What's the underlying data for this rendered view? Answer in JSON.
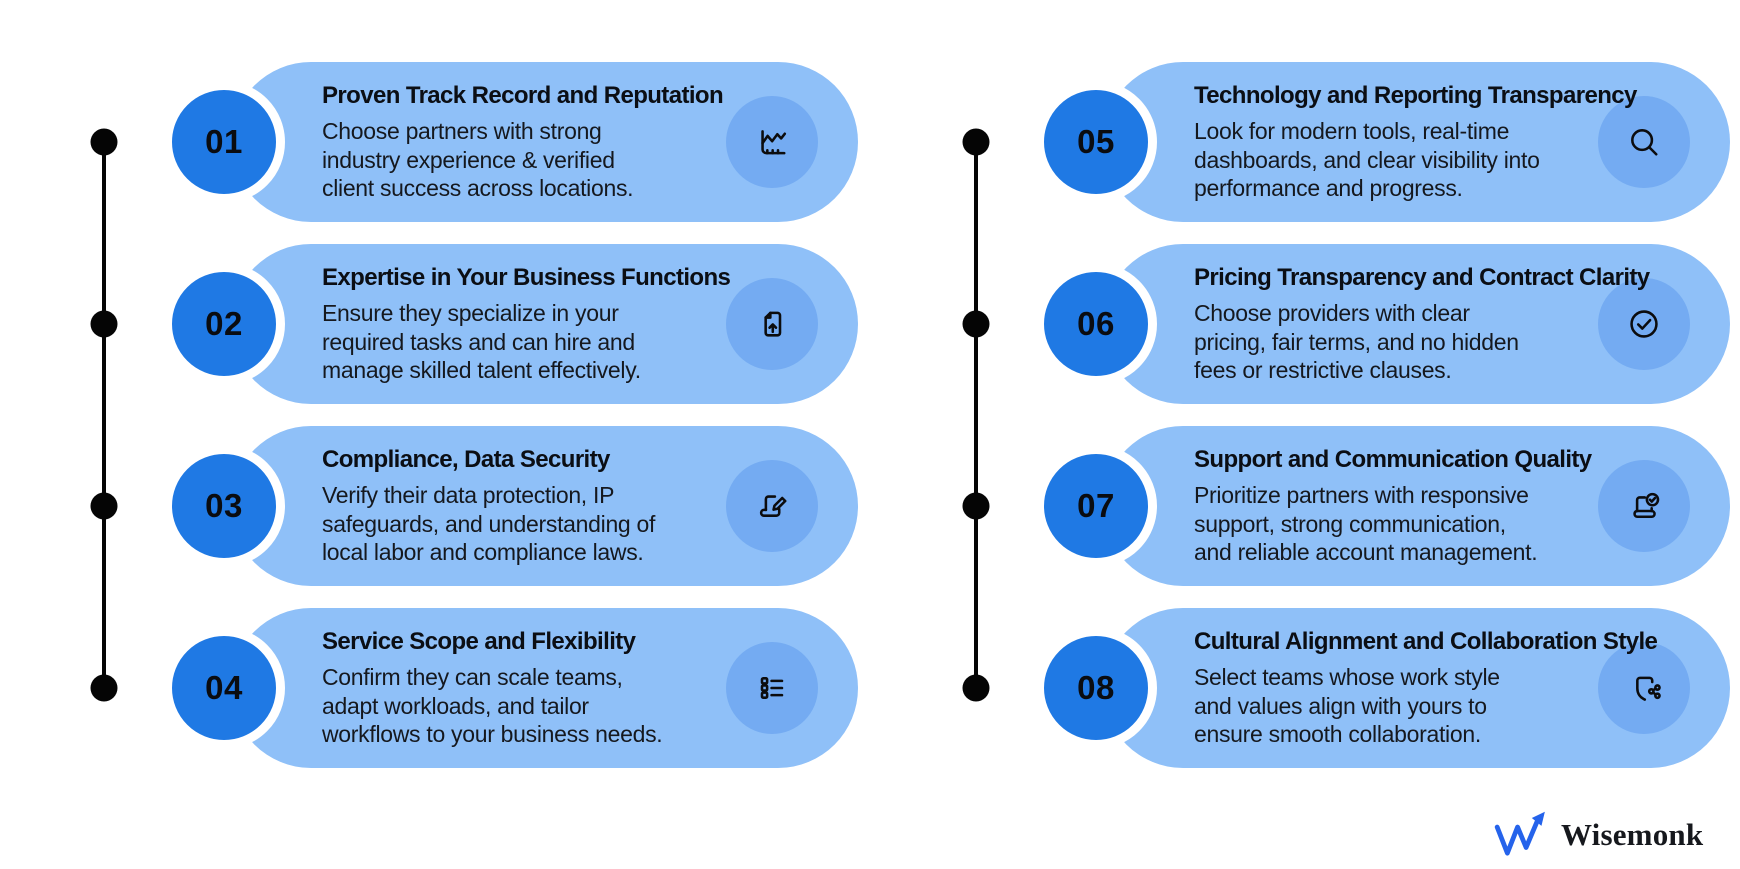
{
  "colors": {
    "background": "#ffffff",
    "card_bg": "#8FC0F8",
    "icon_circle_bg": "#74ABF2",
    "number_circle_bg": "#1F79E4",
    "number_ring": "#ffffff",
    "number_text": "#0a0c10",
    "title_text": "#0b0e14",
    "body_text": "#15181e",
    "timeline": "#050505",
    "logo_mark_blue": "#2563EB",
    "logo_text": "#16181d"
  },
  "steps": [
    {
      "number": "01",
      "title": "Proven Track Record and Reputation",
      "description": "Choose partners with strong\nindustry experience & verified\nclient success across locations.",
      "icon": "line-chart-icon"
    },
    {
      "number": "02",
      "title": "Expertise in Your Business Functions",
      "description": "Ensure they specialize in your\nrequired tasks and can hire and\nmanage skilled talent effectively.",
      "icon": "document-upload-icon"
    },
    {
      "number": "03",
      "title": "Compliance, Data Security",
      "description": "Verify their data protection, IP\nsafeguards, and understanding of\nlocal labor and compliance laws.",
      "icon": "contract-edit-icon"
    },
    {
      "number": "04",
      "title": "Service Scope and Flexibility",
      "description": "Confirm they can scale teams,\nadapt workloads, and tailor\nworkflows to your business needs.",
      "icon": "checklist-icon"
    },
    {
      "number": "05",
      "title": "Technology and Reporting Transparency",
      "description": "Look for modern tools, real-time\ndashboards, and clear visibility into\nperformance and progress.",
      "icon": "magnifier-icon"
    },
    {
      "number": "06",
      "title": "Pricing Transparency and Contract Clarity",
      "description": "Choose providers with clear\npricing, fair terms, and no hidden\nfees or restrictive clauses.",
      "icon": "check-circle-icon"
    },
    {
      "number": "07",
      "title": "Support and Communication Quality",
      "description": "Prioritize partners with responsive\nsupport, strong communication,\nand reliable account management.",
      "icon": "laptop-check-icon"
    },
    {
      "number": "08",
      "title": "Cultural Alignment and Collaboration Style",
      "description": "Select teams whose work style\nand values align with yours to\nensure smooth collaboration.",
      "icon": "shield-share-icon"
    }
  ],
  "brand": {
    "name": "Wisemonk"
  }
}
